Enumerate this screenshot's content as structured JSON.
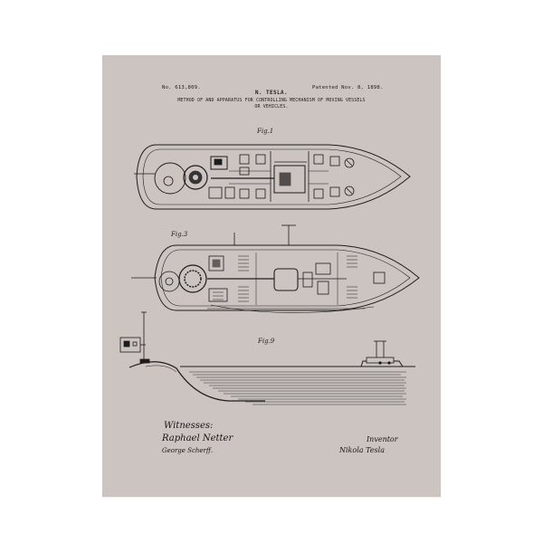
{
  "patent": {
    "number": "No. 613,809.",
    "date": "Patented Nov. 8, 1898.",
    "inventor_name": "N. TESLA.",
    "title_line1": "METHOD OF AND APPARATUS FOR CONTROLLING MECHANISM OF MOVING VESSELS",
    "title_line2": "OR VEHICLES."
  },
  "figures": {
    "fig1": "Fig.1",
    "fig3": "Fig.3",
    "fig9": "Fig.9"
  },
  "signatures": {
    "witnesses_label": "Witnesses:",
    "witness1": "Raphael Netter",
    "witness2": "George Scherff.",
    "inventor_label": "Inventor",
    "inventor": "Nikola Tesla"
  },
  "colors": {
    "paper": "#ccc4c1",
    "ink": "#1c1c1c",
    "page_bg": "#ffffff"
  }
}
